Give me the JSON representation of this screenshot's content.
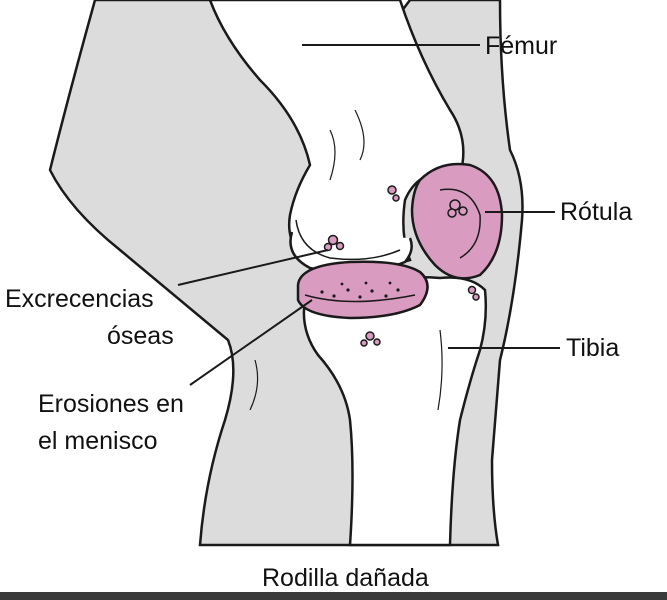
{
  "labels": {
    "femur": "Fémur",
    "rotula": "Rótula",
    "excrecencias_line1": "Excrecencias",
    "excrecencias_line2": "óseas",
    "tibia": "Tibia",
    "erosiones_line1": "Erosiones en",
    "erosiones_line2": "el menisco"
  },
  "caption": "Rodilla dañada",
  "colors": {
    "limb": "#dcdcdc",
    "bone": "#ffffff",
    "lesion": "#d99bc0",
    "outline": "#1a1a1a"
  }
}
